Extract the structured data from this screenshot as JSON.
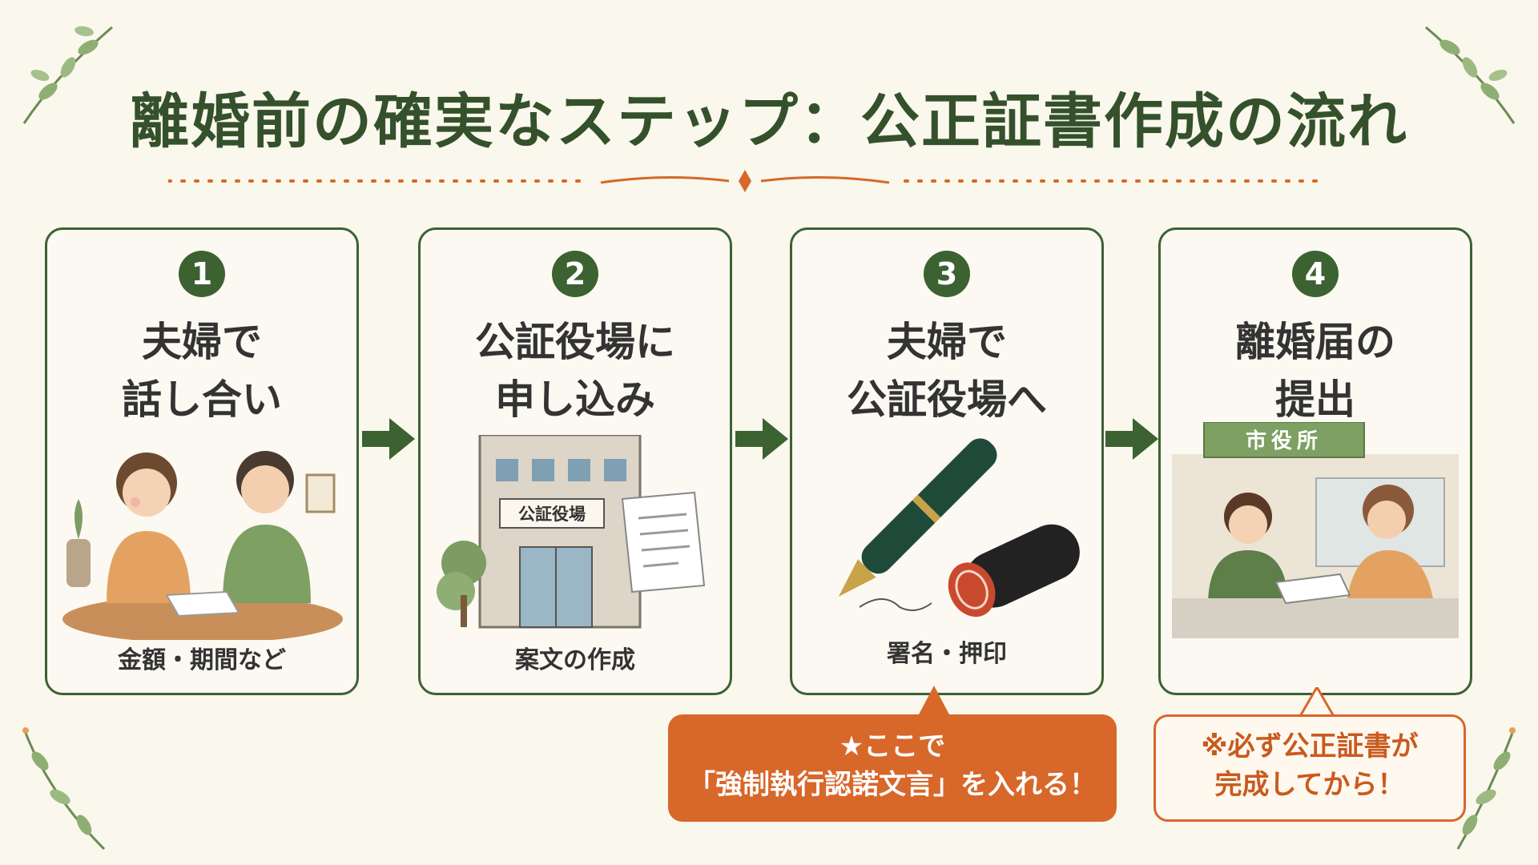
{
  "title": "離婚前の確実なステップ：公正証書作成の流れ",
  "steps": [
    {
      "num": "1",
      "title1": "夫婦で",
      "title2": "話し合い",
      "sub": "金額・期間など"
    },
    {
      "num": "2",
      "title1": "公証役場に",
      "title2": "申し込み",
      "sub": "案文の作成",
      "building_sign": "公証役場"
    },
    {
      "num": "3",
      "title1": "夫婦で",
      "title2": "公証役場へ",
      "sub": "署名・押印"
    },
    {
      "num": "4",
      "title1": "離婚届の",
      "title2": "提出",
      "office_sign": "市役所"
    }
  ],
  "callouts": {
    "step3": {
      "line1": "★ここで",
      "line2": "「強制執行認諾文言」を入れる！"
    },
    "step4": {
      "line1": "※必ず公正証書が",
      "line2": "完成してから！"
    }
  },
  "colors": {
    "primary": "#3c6232",
    "accent": "#d8672a",
    "background": "#faf7ec"
  }
}
